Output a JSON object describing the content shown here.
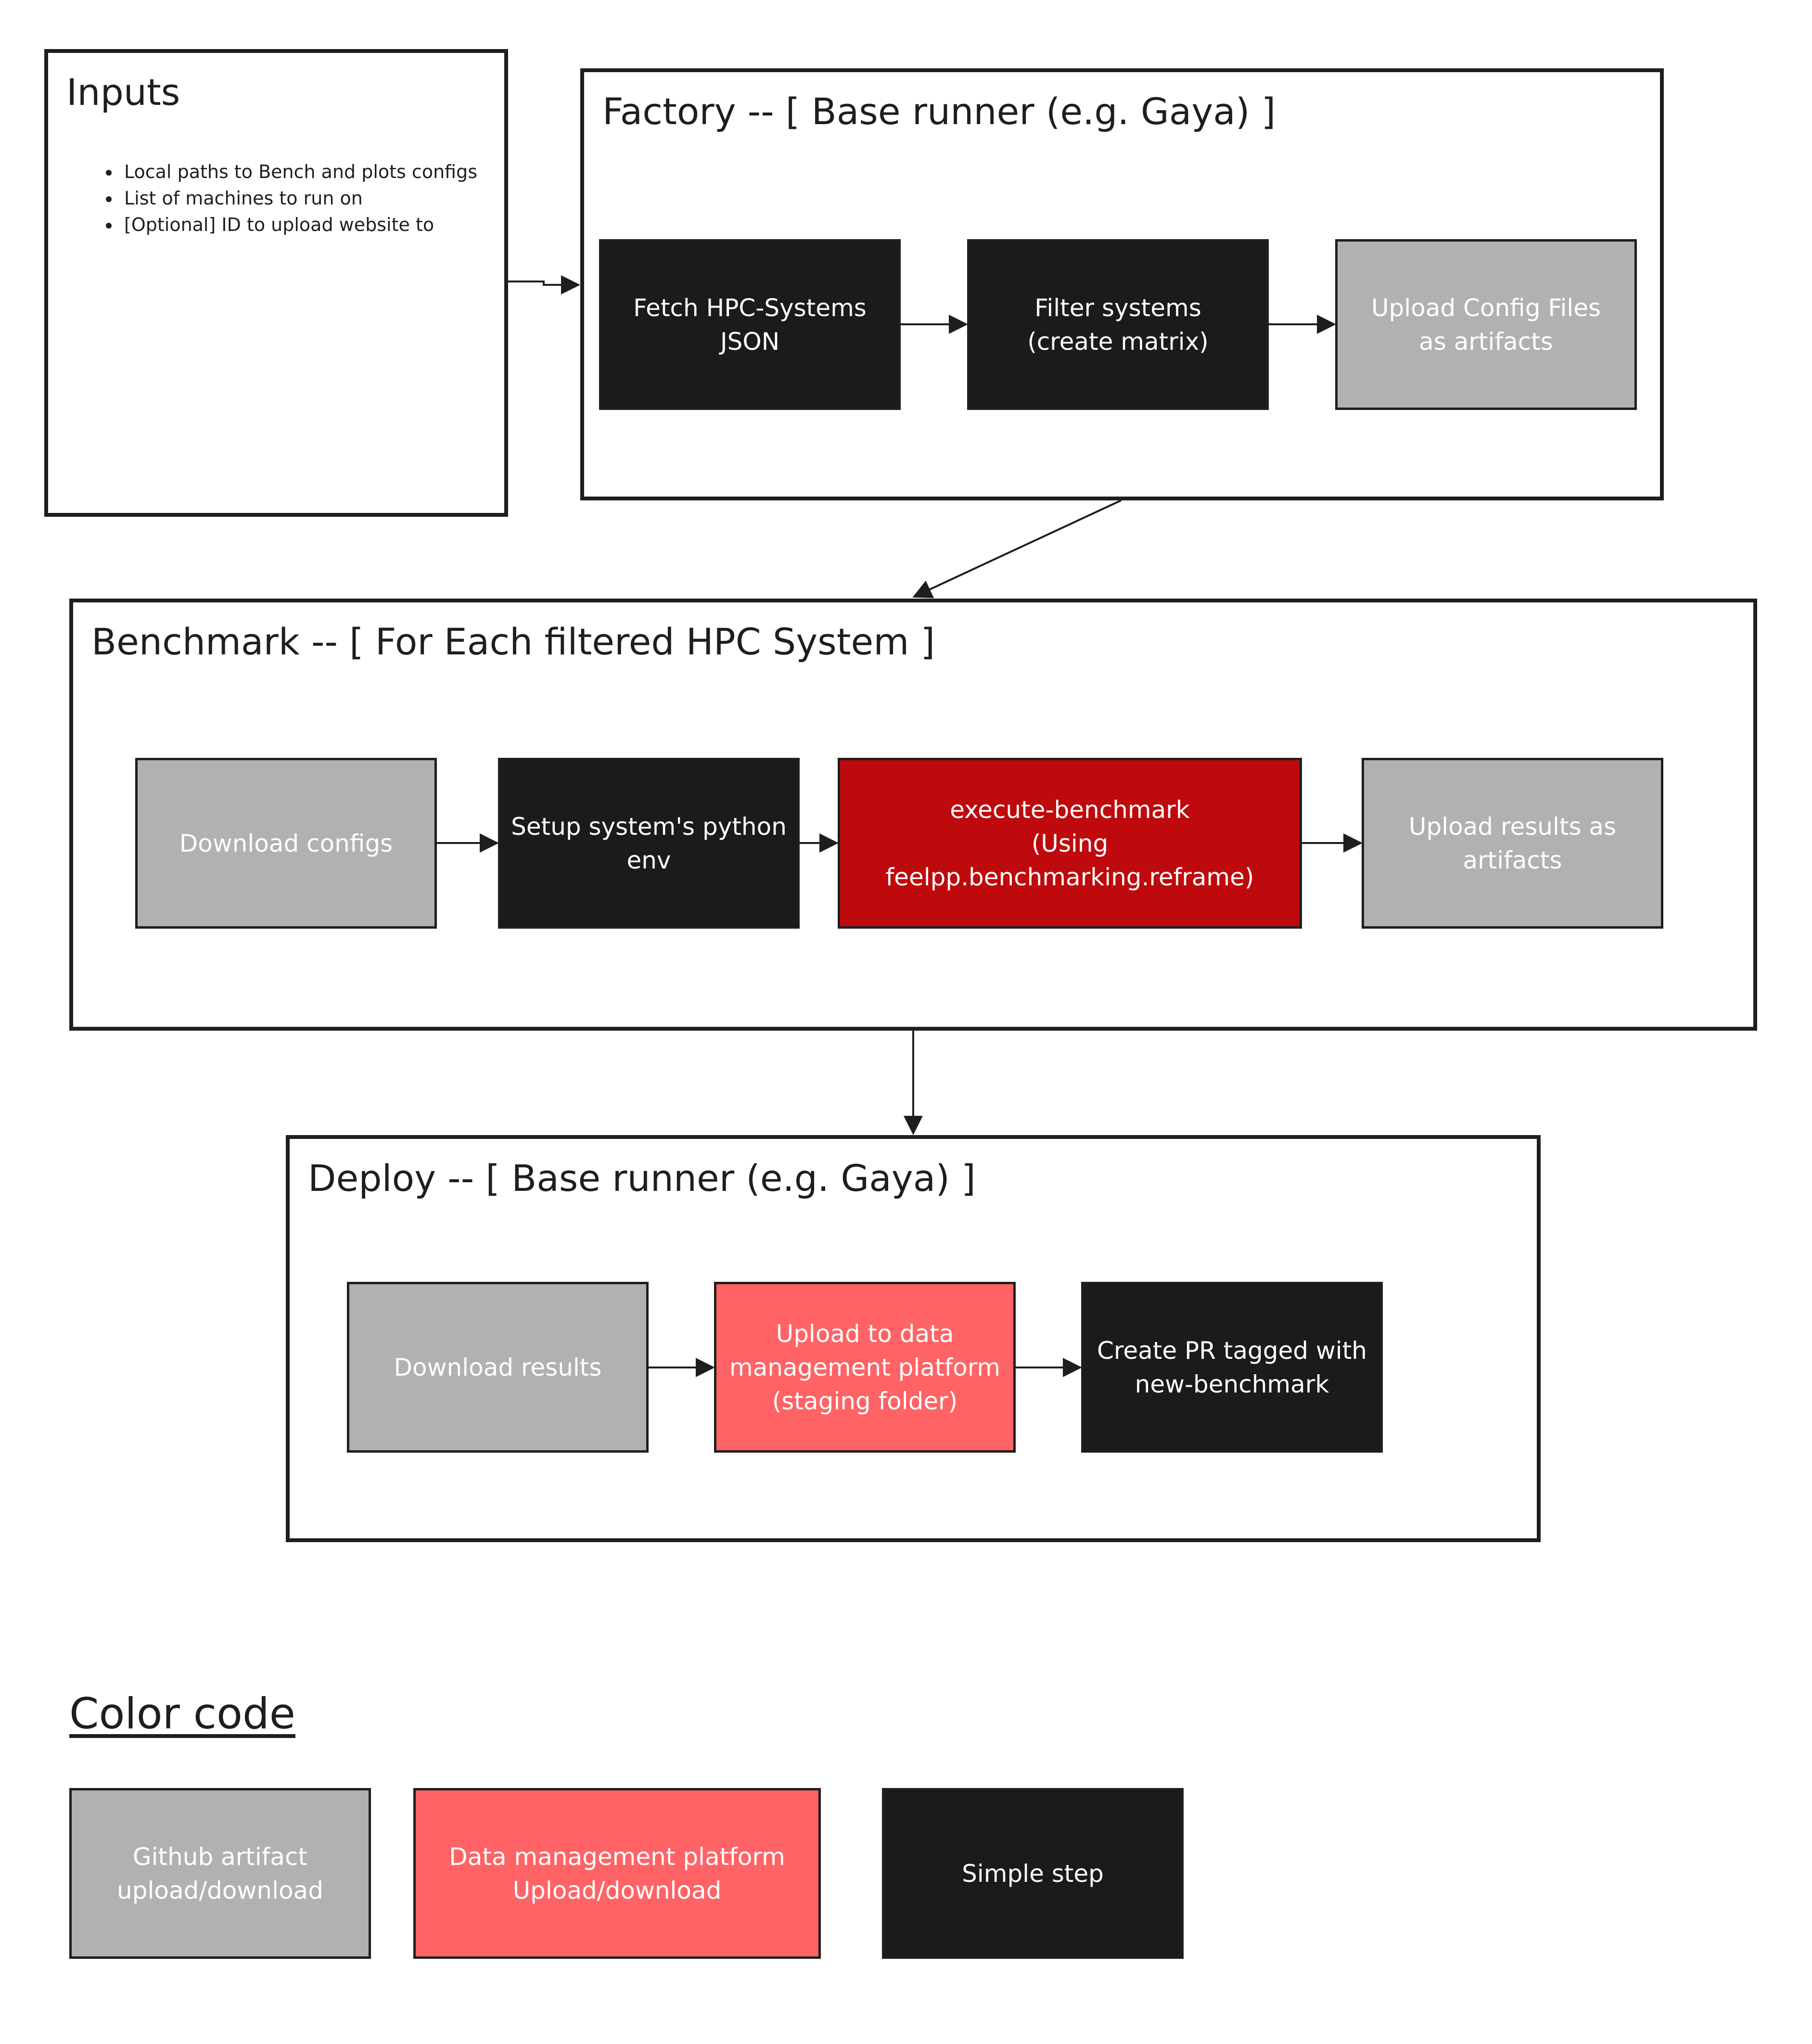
{
  "inputs": {
    "title": "Inputs",
    "items": [
      "Local paths to Bench and plots configs",
      "List of machines to run on",
      "[Optional] ID to upload website to"
    ]
  },
  "factory": {
    "title": "Factory -- [ Base runner (e.g. Gaya) ]",
    "steps": {
      "fetch": "Fetch HPC-Systems\nJSON",
      "filter": "Filter systems\n(create matrix)",
      "upload_configs": "Upload Config Files\nas artifacts"
    }
  },
  "benchmark": {
    "title": "Benchmark -- [ For Each filtered HPC System ]",
    "steps": {
      "download_configs": "Download configs",
      "setup_env": "Setup system's python\nenv",
      "execute": "execute-benchmark\n(Using feelpp.benchmarking.reframe)",
      "upload_results": "Upload results as\nartifacts"
    }
  },
  "deploy": {
    "title": "Deploy -- [ Base runner (e.g. Gaya) ]",
    "steps": {
      "download_results": "Download results",
      "upload_platform": "Upload to data\nmanagement platform\n(staging folder)",
      "create_pr": "Create PR tagged with\nnew-benchmark"
    }
  },
  "legend": {
    "title": "Color code",
    "github": "Github artifact\nupload/download",
    "platform": "Data management platform\nUpload/download",
    "simple": "Simple step"
  },
  "colors": {
    "artifact_gray": "#b1b1b1",
    "simple_black": "#1b1b1b",
    "execute_red": "#bf0a0d",
    "platform_pink": "#ff6366",
    "stroke": "#1e1e1e"
  }
}
